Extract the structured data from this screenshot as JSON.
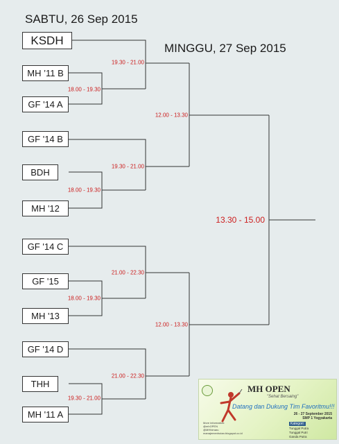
{
  "headings": {
    "saturday": "SABTU, 26 Sep 2015",
    "sunday": "MINGGU, 27 Sep 2015"
  },
  "teams": [
    "KSDH",
    "MH ’11 B",
    "GF '14 A",
    "GF '14 B",
    "BDH",
    "MH '12",
    "GF '14 C",
    "GF '15",
    "MH '13",
    "GF '14 D",
    "THH",
    "MH '11 A"
  ],
  "times": {
    "r1_a": "18.00 - 19.30",
    "r2_a": "19.30 - 21.00",
    "r1_b": "18.00 - 19.30",
    "r2_b": "19.30 - 21.00",
    "r1_c": "18.00 - 19.30",
    "r2_c": "21.00 - 22.30",
    "r1_d": "19.30 - 21.00",
    "r2_d": "21.00 - 22.30",
    "semi_top": "12.00 - 13.30",
    "semi_bottom": "12.00 - 13.30",
    "final": "13.30 - 15.00"
  },
  "poster": {
    "title": "MH OPEN",
    "tagline": "\"Sehat Bersaing\"",
    "invite": "Datang dan Dukung Tim Favoritmu!!!",
    "dates_line1": "26 - 27 September 2015",
    "dates_line2": "SMP 1 Yogyakarta",
    "categories_title": "Kategori:",
    "categories": [
      "Tunggal Putra",
      "Tunggal Putri",
      "Ganda Putra"
    ],
    "info_lines": [
      "More information:",
      "@mhOPEN",
      "@MHhimaru",
      "manajemenhutan.blogspot.co.id"
    ]
  },
  "colors": {
    "background": "#e6eced",
    "line": "#333333",
    "time_text": "#cc1d1d"
  }
}
